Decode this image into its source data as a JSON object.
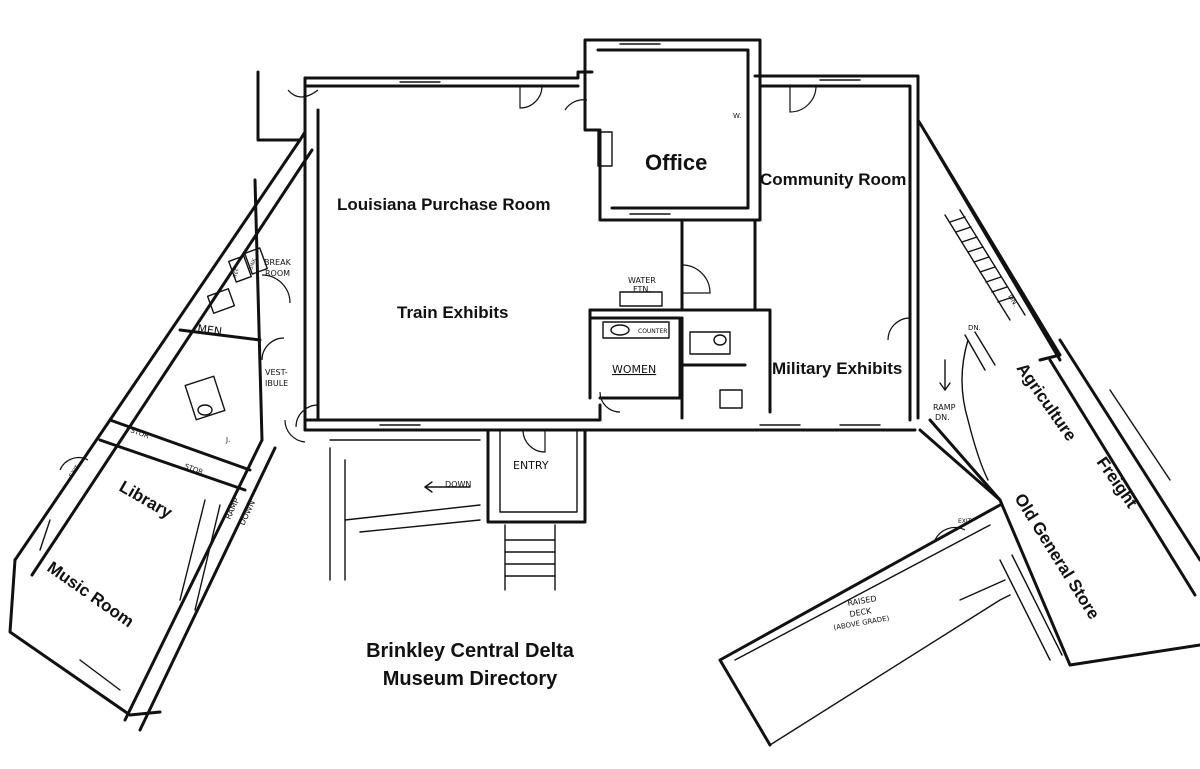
{
  "rooms": {
    "louisiana_purchase": "Louisiana Purchase Room",
    "train_exhibits": "Train Exhibits",
    "office": "Office",
    "community_room": "Community Room",
    "military_exhibits": "Military Exhibits",
    "agriculture": "Agriculture",
    "freight": "Freight",
    "old_general_store": "Old General Store",
    "library": "Library",
    "music_room": "Music Room"
  },
  "hand_labels": {
    "water_ftn_1": "WATER",
    "water_ftn_2": "FTN.",
    "counter": "COUNTER",
    "women": "WOMEN",
    "men": "MEN",
    "break_room_1": "BREAK",
    "break_room_2": "ROOM",
    "vestibule_1": "VEST-",
    "vestibule_2": "IBULE",
    "entry": "ENTRY",
    "down": "DOWN",
    "ramp_down_1": "RAMP",
    "ramp_down_2": "DOWN",
    "ramp_dn_1": "RAMP",
    "ramp_dn_2": "DN.",
    "dn_1": "DN.",
    "dn_2": "DN.",
    "exit_1": "EXIT",
    "exit_2": "EXIT",
    "raised_deck_1": "RAISED",
    "raised_deck_2": "DECK",
    "raised_deck_3": "(ABOVE GRADE)",
    "w": "W.",
    "j": "J.",
    "stor_1": "STOR",
    "stor_2": "STOR",
    "ref": "REF.",
    "sink": "SINK"
  },
  "directory": {
    "line1": "Brinkley Central Delta",
    "line2": "Museum Directory"
  }
}
